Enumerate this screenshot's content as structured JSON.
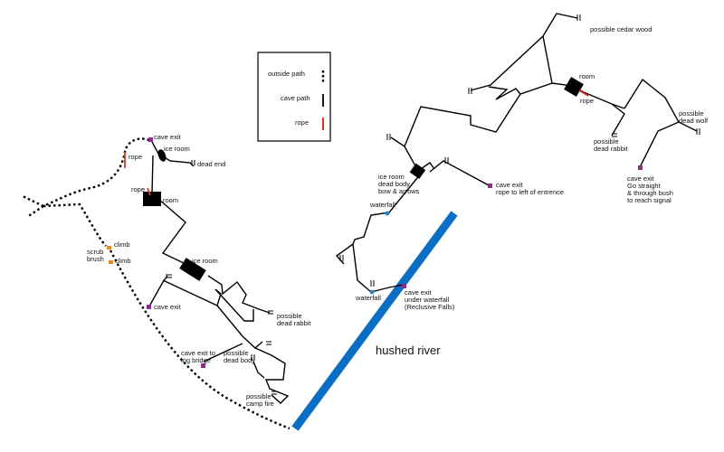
{
  "legend": {
    "outside_path": "outside path",
    "cave_path": "cave path",
    "rope": "rope"
  },
  "colors": {
    "river": "#0a6fc4",
    "rope": "#e53323",
    "cave_exit": "#8a2e8a",
    "waterfall": "#2b7fc4",
    "scrub_brush": "#e08a2a",
    "room": "#000000",
    "path": "#000000"
  },
  "river": {
    "label": "hushed river"
  },
  "west_cave": {
    "cave_exit_top": "cave exit",
    "ice_room_top": "ice room",
    "dead_end": "dead end",
    "rope_1": "rope",
    "rope_2": "rope",
    "room": "room",
    "ice_room_mid": "ice room",
    "cave_exit_mid": "cave exit",
    "possible_dead_rabbit": [
      "possible",
      "dead rabbit"
    ],
    "cave_exit_log_bridge": [
      "cave exit to",
      "log bridge"
    ],
    "possible_dead_body": [
      "possible",
      "dead body"
    ],
    "possible_camp_fire": [
      "possible",
      "camp fire"
    ],
    "scrub_brush": [
      "scrub",
      "brush"
    ],
    "climb_1": "climb",
    "climb_2": "climb"
  },
  "east_cave": {
    "possible_cedar_wood": "possible cedar wood",
    "room": "room",
    "rope": "rope",
    "possible_dead_rabbit": [
      "possible",
      "dead rabbit"
    ],
    "possible_dead_wolf": [
      "possible",
      "dead wolf"
    ],
    "cave_exit_signal": [
      "cave exit",
      "Go straight",
      "& through bush",
      "to reach signal"
    ],
    "ice_room": [
      "ice room",
      "dead body",
      "bow & arrows"
    ],
    "cave_exit_rope": [
      "cave exit",
      "rope to left of entrence"
    ],
    "waterfall_1": "waterfall",
    "waterfall_2": "waterfall",
    "cave_exit_waterfall": [
      "cave exit",
      "under waterfall",
      "(Reclusive Falls)"
    ]
  }
}
